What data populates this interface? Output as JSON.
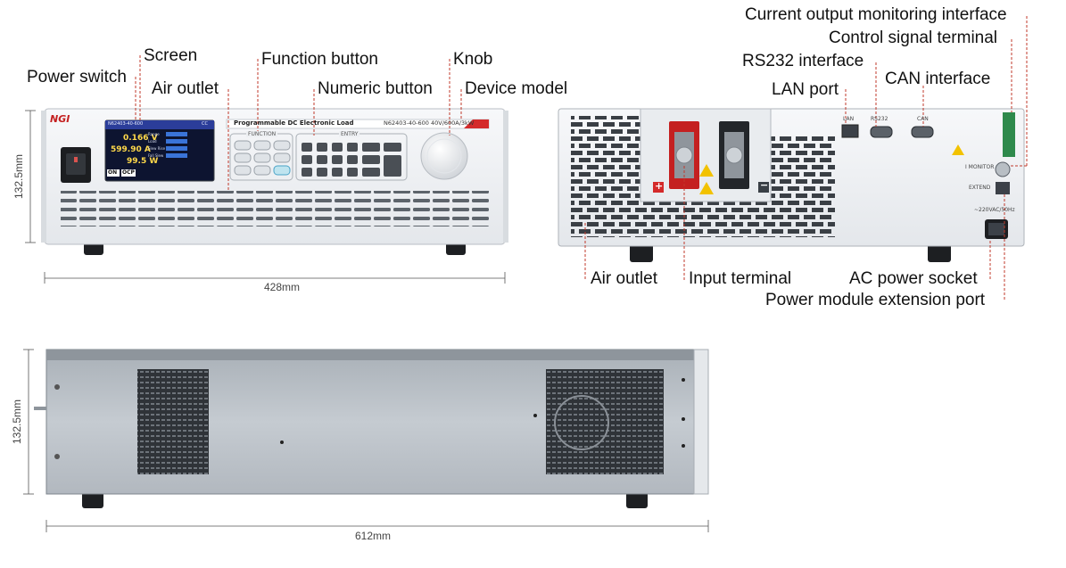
{
  "front": {
    "callouts": {
      "power_switch": "Power switch",
      "screen": "Screen",
      "air_outlet": "Air outlet",
      "function_button": "Function button",
      "numeric_button": "Numeric button",
      "knob": "Knob",
      "device_model": "Device model"
    },
    "panel": {
      "brand": "NGI",
      "product_name": "Programmable DC Electronic Load",
      "model": "N62403-40-600 40V/600A/3kW",
      "function_title": "FUNCTION",
      "entry_title": "ENTRY",
      "screen_header": "N62403-40-600",
      "screen_cc": "CC",
      "readout_voltage": "0.166 V",
      "readout_current": "599.90 A",
      "readout_power": "99.5 W",
      "screen_ranges": [
        "Range",
        "Load",
        "Slew Rise",
        "Fall Slew"
      ],
      "screen_on": "ON",
      "screen_ocp": "OCP"
    },
    "dimensions": {
      "width": "428mm",
      "height": "132.5mm"
    }
  },
  "rear": {
    "callouts": {
      "current_output_monitoring": "Current output monitoring interface",
      "control_signal_terminal": "Control signal terminal",
      "rs232": "RS232 interface",
      "lan": "LAN port",
      "can": "CAN interface",
      "air_outlet": "Air outlet",
      "input_terminal": "Input terminal",
      "ac_power_socket": "AC power socket",
      "power_module_extension": "Power module extension port"
    },
    "panel": {
      "port_lan": "LAN",
      "port_rs232": "RS232",
      "port_can": "CAN",
      "monitor": "I MONITOR",
      "extend": "EXTEND",
      "ac_spec": "~220VAC/50Hz",
      "plus": "+",
      "minus": "−"
    }
  },
  "side": {
    "dimensions": {
      "width": "612mm",
      "height": "132.5mm"
    }
  },
  "colors": {
    "chassis": "#eef0f3",
    "chassis_dark": "#5a6068",
    "accent_red": "#d42a2a",
    "leader": "#c0392b"
  }
}
